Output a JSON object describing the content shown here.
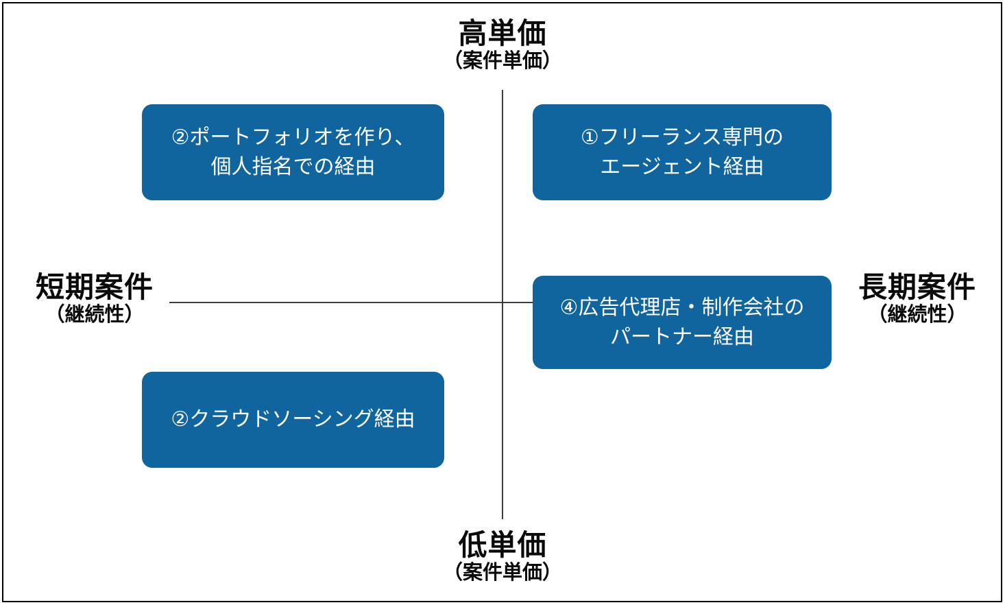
{
  "diagram": {
    "axes": {
      "top": {
        "title": "高単価",
        "subtitle": "（案件単価）"
      },
      "bottom": {
        "title": "低単価",
        "subtitle": "（案件単価）"
      },
      "left": {
        "title": "短期案件",
        "subtitle": "（継続性）"
      },
      "right": {
        "title": "長期案件",
        "subtitle": "（継続性）"
      }
    },
    "boxes": [
      {
        "id": "portfolio-personal-referral",
        "number": "②",
        "line1": "②ポートフォリオを作り、",
        "line2": "個人指名での経由",
        "quadrant": "top-left"
      },
      {
        "id": "freelance-agent",
        "number": "①",
        "line1": "①フリーランス専門の",
        "line2": "エージェント経由",
        "quadrant": "top-right"
      },
      {
        "id": "agency-partner",
        "number": "④",
        "line1": "④広告代理店・制作会社の",
        "line2": "パートナー経由",
        "quadrant": "middle-right"
      },
      {
        "id": "crowdsourcing",
        "number": "②",
        "line1": "②クラウドソーシング経由",
        "line2": "",
        "quadrant": "bottom-left"
      }
    ],
    "colors": {
      "box_fill": "#10659f",
      "box_text": "#ffffff",
      "axis_line": "#3d3d3d",
      "frame_border": "#000000",
      "label_text": "#0a0a0a",
      "background": "#ffffff"
    }
  }
}
